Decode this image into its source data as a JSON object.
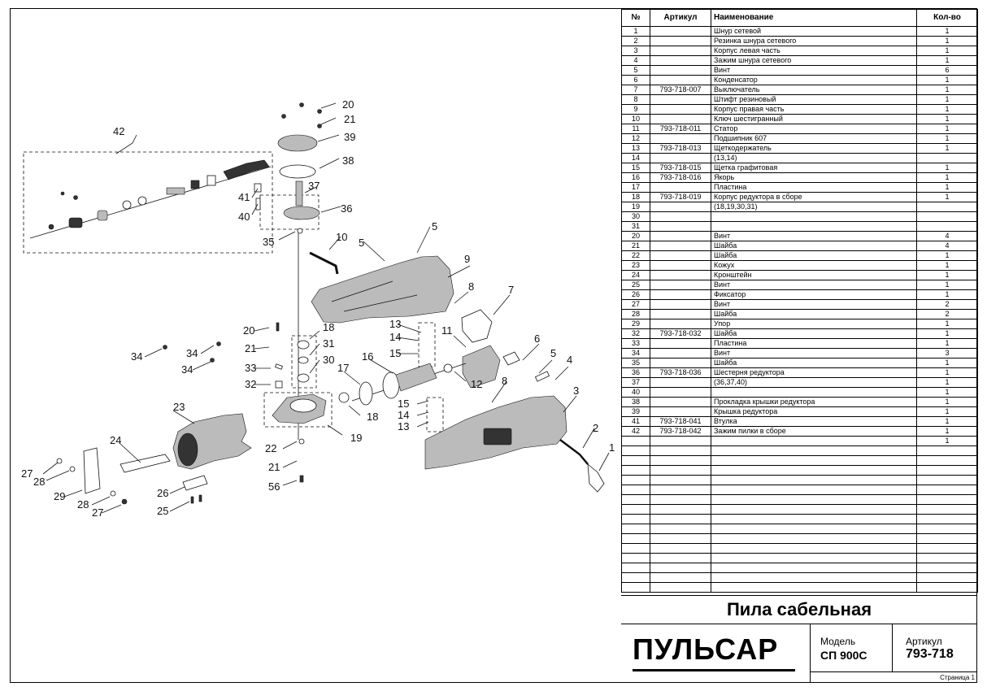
{
  "table": {
    "headers": {
      "num": "№",
      "article": "Артикул",
      "name": "Наименование",
      "qty": "Кол-во"
    },
    "rows": [
      {
        "num": "1",
        "article": "",
        "name": "Шнур сетевой",
        "qty": "1"
      },
      {
        "num": "2",
        "article": "",
        "name": "Резинка шнура сетевого",
        "qty": "1"
      },
      {
        "num": "3",
        "article": "",
        "name": "Корпус левая часть",
        "qty": "1"
      },
      {
        "num": "4",
        "article": "",
        "name": "Зажим шнура сетевого",
        "qty": "1"
      },
      {
        "num": "5",
        "article": "",
        "name": "Винт",
        "qty": "6"
      },
      {
        "num": "6",
        "article": "",
        "name": "Конденсатор",
        "qty": "1"
      },
      {
        "num": "7",
        "article": "793-718-007",
        "name": "Выключатель",
        "qty": "1"
      },
      {
        "num": "8",
        "article": "",
        "name": "Штифт резиновый",
        "qty": "1"
      },
      {
        "num": "9",
        "article": "",
        "name": "Корпус правая часть",
        "qty": "1"
      },
      {
        "num": "10",
        "article": "",
        "name": "Ключ шестигранный",
        "qty": "1"
      },
      {
        "num": "11",
        "article": "793-718-011",
        "name": "Статор",
        "qty": "1"
      },
      {
        "num": "12",
        "article": "",
        "name": "Подшипник 607",
        "qty": "1"
      },
      {
        "num": "13",
        "article": "793-718-013",
        "name": "Щеткодержатель",
        "qty": "1"
      },
      {
        "num": "14",
        "article": "",
        "name": "(13,14)",
        "qty": ""
      },
      {
        "num": "15",
        "article": "793-718-015",
        "name": "Щетка графитовая",
        "qty": "1"
      },
      {
        "num": "16",
        "article": "793-718-016",
        "name": "Якорь",
        "qty": "1"
      },
      {
        "num": "17",
        "article": "",
        "name": "Пластина",
        "qty": "1"
      },
      {
        "num": "18",
        "article": "793-718-019",
        "name": "Корпус редуктора в сборе",
        "qty": "1"
      },
      {
        "num": "19",
        "article": "",
        "name": "(18,19,30,31)",
        "qty": ""
      },
      {
        "num": "30",
        "article": "",
        "name": "",
        "qty": ""
      },
      {
        "num": "31",
        "article": "",
        "name": "",
        "qty": ""
      },
      {
        "num": "20",
        "article": "",
        "name": "Винт",
        "qty": "4"
      },
      {
        "num": "21",
        "article": "",
        "name": "Шайба",
        "qty": "4"
      },
      {
        "num": "22",
        "article": "",
        "name": "Шайба",
        "qty": "1"
      },
      {
        "num": "23",
        "article": "",
        "name": "Кожух",
        "qty": "1"
      },
      {
        "num": "24",
        "article": "",
        "name": "Кронштейн",
        "qty": "1"
      },
      {
        "num": "25",
        "article": "",
        "name": "Винт",
        "qty": "1"
      },
      {
        "num": "26",
        "article": "",
        "name": "Фиксатор",
        "qty": "1"
      },
      {
        "num": "27",
        "article": "",
        "name": "Винт",
        "qty": "2"
      },
      {
        "num": "28",
        "article": "",
        "name": "Шайба",
        "qty": "2"
      },
      {
        "num": "29",
        "article": "",
        "name": "Упор",
        "qty": "1"
      },
      {
        "num": "32",
        "article": "793-718-032",
        "name": "Шайба",
        "qty": "1"
      },
      {
        "num": "33",
        "article": "",
        "name": "Пластина",
        "qty": "1"
      },
      {
        "num": "34",
        "article": "",
        "name": "Винт",
        "qty": "3"
      },
      {
        "num": "35",
        "article": "",
        "name": "Шайба",
        "qty": "1"
      },
      {
        "num": "36",
        "article": "793-718-036",
        "name": "Шестерня редуктора",
        "qty": "1"
      },
      {
        "num": "37",
        "article": "",
        "name": "(36,37,40)",
        "qty": "1"
      },
      {
        "num": "40",
        "article": "",
        "name": "",
        "qty": "1"
      },
      {
        "num": "38",
        "article": "",
        "name": "Прокладка крышки редуктора",
        "qty": "1"
      },
      {
        "num": "39",
        "article": "",
        "name": "Крышка редуктора",
        "qty": "1"
      },
      {
        "num": "41",
        "article": "793-718-041",
        "name": "Втулка",
        "qty": "1"
      },
      {
        "num": "42",
        "article": "793-718-042",
        "name": "Зажим пилки в сборе",
        "qty": "1"
      },
      {
        "num": "",
        "article": "",
        "name": "",
        "qty": "1"
      }
    ],
    "empty_rows": 15
  },
  "title_block": {
    "product_title": "Пила сабельная",
    "brand": "ПУЛЬСАР",
    "model_label": "Модель",
    "model_value": "СП 900С",
    "article_label": "Артикул",
    "article_value": "793-718",
    "page": "Страница 1"
  },
  "callouts": [
    "1",
    "2",
    "3",
    "4",
    "5",
    "5",
    "5",
    "6",
    "7",
    "8",
    "8",
    "9",
    "10",
    "11",
    "12",
    "13",
    "13",
    "14",
    "14",
    "15",
    "15",
    "16",
    "17",
    "18",
    "18",
    "19",
    "20",
    "20",
    "21",
    "21",
    "21",
    "22",
    "23",
    "24",
    "25",
    "26",
    "27",
    "27",
    "28",
    "28",
    "29",
    "30",
    "31",
    "32",
    "33",
    "34",
    "34",
    "34",
    "35",
    "36",
    "37",
    "38",
    "39",
    "40",
    "41",
    "42",
    "56"
  ]
}
